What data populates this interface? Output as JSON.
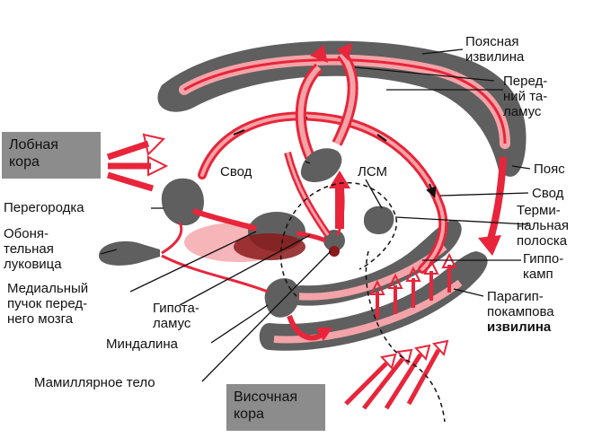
{
  "labels": {
    "cingulate_gyrus": [
      "Поясная",
      "извилина"
    ],
    "anterior_thalamus": [
      "Перед-",
      "ний та-",
      "ламус"
    ],
    "cingulum": "Пояс",
    "fornix_right": "Свод",
    "terminal_stria": [
      "Терми-",
      "нальная",
      "полоска"
    ],
    "hippocampus": [
      "Гиппо-",
      "камп"
    ],
    "parahippocampal_gyrus": [
      "Парагип-",
      "покампова",
      "извилина"
    ],
    "frontal_cortex": [
      "Лобная",
      "кора"
    ],
    "fornix_center": "Свод",
    "lsm": "ЛСМ",
    "septum": "Перегородка",
    "olfactory_bulb": [
      "Обоня-",
      "тельная",
      "луковица"
    ],
    "medial_forebrain_bundle": [
      "Медиальный",
      "пучок перед-",
      "него мозга"
    ],
    "hypothalamus": [
      "Гипота-",
      "ламус"
    ],
    "amygdala": "Миндалина",
    "mammillary_body": "Мамиллярное тело",
    "temporal_cortex": [
      "Височная",
      "кора"
    ]
  },
  "colors": {
    "structure_gray": "#5f5f5f",
    "pathway_red": "#e8253a",
    "pathway_pink": "#f4a3a8",
    "box_gray": "#8c8c8c",
    "dark_red": "#8b1a1a"
  }
}
